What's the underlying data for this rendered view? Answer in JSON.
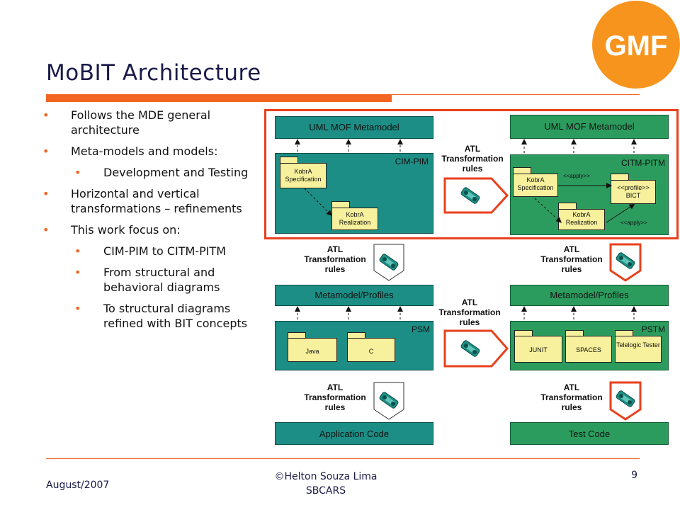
{
  "title": "MoBIT Architecture",
  "logo": {
    "text": "GMF",
    "color": "#f7941d"
  },
  "bullets": [
    {
      "level": 1,
      "text": "Follows the MDE general architecture"
    },
    {
      "level": 1,
      "text": "Meta-models and models:"
    },
    {
      "level": 2,
      "text": "Development and Testing"
    },
    {
      "level": 1,
      "text": "Horizontal and vertical transformations – refinements"
    },
    {
      "level": 1,
      "text": "This work focus on:"
    },
    {
      "level": 2,
      "text": "CIM-PIM to CITM-PITM"
    },
    {
      "level": 2,
      "text": "From structural and behavioral diagrams"
    },
    {
      "level": 2,
      "text": "To structural diagrams refined with BIT concepts"
    }
  ],
  "footer": {
    "date": "August/2007",
    "author": "©Helton Souza Lima",
    "venue": "SBCARS",
    "page": "9"
  },
  "diagram": {
    "uml_mof_left": "UML MOF Metamodel",
    "uml_mof_right": "UML MOF Metamodel",
    "cim_pim": "CIM-PIM",
    "citm_pitm": "CITM-PITM",
    "kobra_spec": "KobrA Specification",
    "kobra_real": "KobrA Realization",
    "kobra_spec_r": "KobrA Specification",
    "kobra_real_r": "KobrA Realization",
    "profile_bict": "<<profile>> BICT",
    "apply1": "<<apply>>",
    "apply2": "<<apply>>",
    "atl_lines": [
      "ATL",
      "Transformation",
      "rules"
    ],
    "metamodel_left": "Metamodel/Profiles",
    "metamodel_right": "Metamodel/Profiles",
    "psm": "PSM",
    "pstm": "PSTM",
    "java": "Java",
    "c": "C",
    "junit": "JUNIT",
    "spaces": "SPACES",
    "telelogic": "Telelogic Tester",
    "app_code": "Application Code",
    "test_code": "Test Code"
  },
  "colors": {
    "accent": "#f26522",
    "teal": "#1c8e85",
    "green": "#2c9c5e",
    "package": "#f7f09c"
  }
}
